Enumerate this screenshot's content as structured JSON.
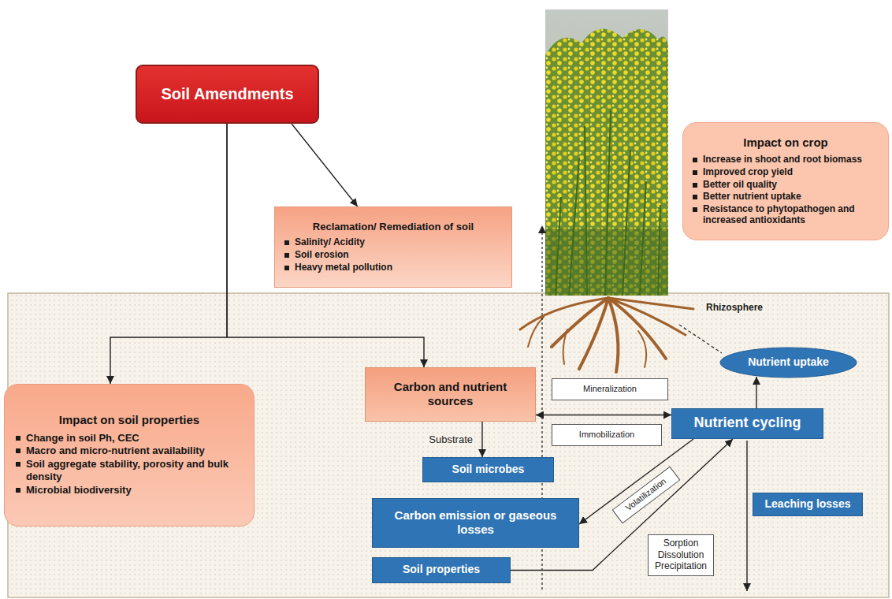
{
  "diagram": {
    "nodes": [
      {
        "text": [
          "Soil Amendments"
        ]
      },
      {
        "text": [
          "Reclamation/ Remediation of soil",
          "Salinity/ Acidity",
          "Soil erosion",
          "Heavy metal pollution"
        ]
      },
      {
        "text": [
          "Impact on crop",
          "Increase in shoot and root biomass",
          "Improved crop yield",
          "Better oil quality",
          "Better nutrient uptake",
          "Resistance to phytopathogen and increased antioxidants"
        ]
      },
      {
        "text": [
          "Impact on soil properties",
          "Change in soil Ph, CEC",
          "Macro and micro-nutrient availability",
          "Soil aggregate stability, porosity and bulk density",
          "Microbial biodiversity"
        ]
      },
      {
        "text": [
          "Carbon and nutrient sources"
        ]
      },
      {
        "text": [
          "Mineralization"
        ]
      },
      {
        "text": [
          "Immobilization"
        ]
      },
      {
        "text": [
          "Nutrient cycling"
        ]
      },
      {
        "text": [
          "Nutrient uptake"
        ]
      },
      {
        "text": [
          "Soil microbes"
        ]
      },
      {
        "text": [
          "Volatilization"
        ]
      },
      {
        "text": [
          "Carbon emission or gaseous losses"
        ]
      },
      {
        "text": [
          "Leaching losses"
        ]
      },
      {
        "text": [
          "Soil properties"
        ]
      },
      {
        "text": [
          "Sorption Dissolution Precipitation"
        ]
      }
    ],
    "edges": [
      {
        "from": 0,
        "to": 1,
        "arrow": "to"
      },
      {
        "from": 0,
        "to": 3,
        "arrow": "to"
      },
      {
        "from": 0,
        "to": 4,
        "arrow": "to"
      },
      {
        "from": 4,
        "to": 9,
        "arrow": "to",
        "label": "Substrate"
      },
      {
        "from": 4,
        "to": 7,
        "arrow": "both"
      },
      {
        "from": 7,
        "to": 8,
        "arrow": "to"
      },
      {
        "from": 7,
        "to": 11,
        "arrow": "to"
      },
      {
        "from": 13,
        "to": 7,
        "arrow": "to"
      }
    ],
    "labels": [
      "Rhizosphere"
    ]
  }
}
